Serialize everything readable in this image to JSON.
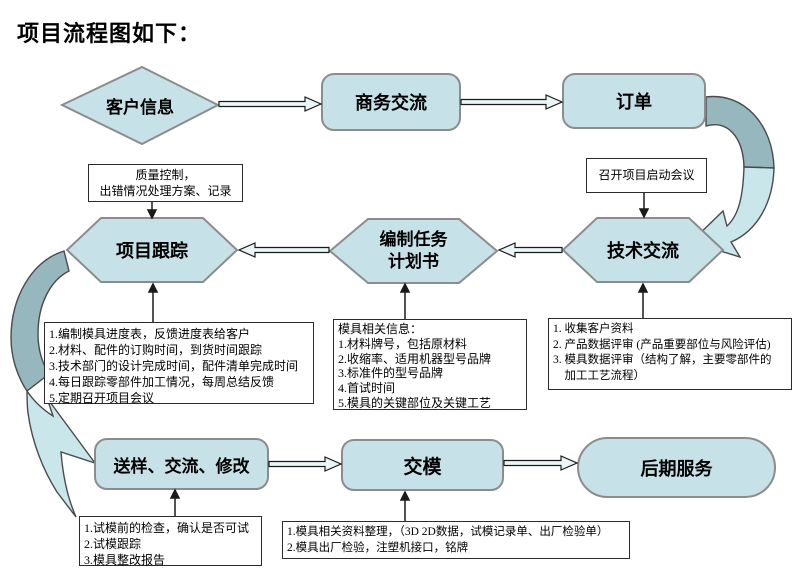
{
  "title": "项目流程图如下：",
  "colors": {
    "shape_fill": "#c6e2e8",
    "shape_border": "#8c8c8c",
    "curved_arrow_dark": "#96b7bd",
    "curved_arrow_light": "#c9e6ea",
    "open_arrow_fill": "#eaf5f7",
    "annotation_border": "#2b2b2b",
    "text": "#000000",
    "background": "#ffffff"
  },
  "nodes": {
    "customer_info": "客户信息",
    "business_communication": "商务交流",
    "order": "订单",
    "project_tracking": "项目跟踪",
    "task_plan": [
      "编制任务",
      "计划书"
    ],
    "technical_communication": "技术交流",
    "sample_review": "送样、交流、修改",
    "mold_delivery": "交模",
    "after_service": "后期服务"
  },
  "annotations": {
    "kickoff_meeting": "召开项目启动会议",
    "quality_control": [
      "质量控制，",
      "出错情况处理方案、记录"
    ],
    "tracking_details": [
      "1.编制模具进度表，反馈进度表给客户",
      "2.材料、配件的订购时间，到货时间跟踪",
      "3.技术部门的设计完成时间，配件清单完成时间",
      "4.每日跟踪零部件加工情况，每周总结反馈",
      "5.定期召开项目会议"
    ],
    "mold_info": [
      "模具相关信息：",
      "1.材料牌号，包括原材料",
      "2.收缩率、适用机器型号品牌",
      "3.标准件的型号品牌",
      "4.首试时间",
      "5.模具的关键部位及关键工艺"
    ],
    "tech_review": [
      "1. 收集客户资料",
      "2. 产品数据评审 (产品重要部位与风险评估)",
      "3. 模具数据评审（结构了解，主要零部件的",
      "    加工工艺流程）"
    ],
    "trial_details": [
      "1.试模前的检查，确认是否可试",
      "2.试模跟踪",
      "3.模具整改报告"
    ],
    "delivery_details": [
      "1.模具相关资料整理，（3D 2D数据，试模记录单、出厂检验单）",
      "2.模具出厂检验，注塑机接口，铭牌"
    ]
  }
}
